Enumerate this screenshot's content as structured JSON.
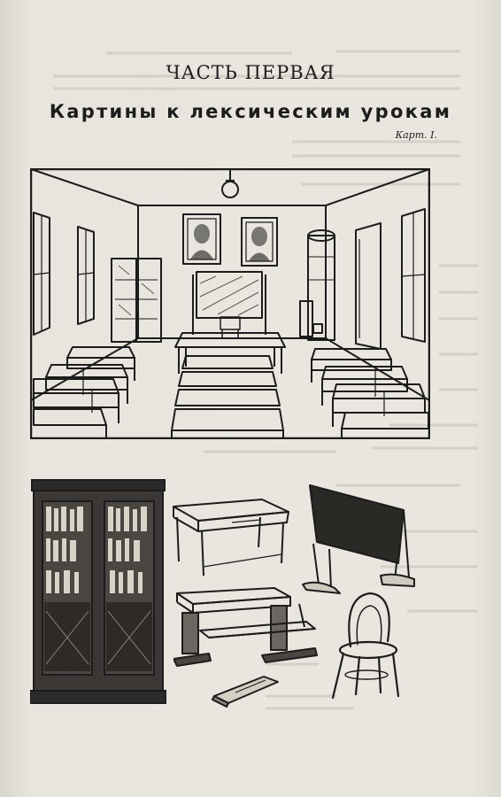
{
  "header": {
    "part_title": "ЧАСТЬ ПЕРВАЯ",
    "main_title": "Картины к лексическим урокам",
    "plate_label": "Карт. I."
  },
  "colors": {
    "paper": "#e9e6df",
    "ink": "#1c1c1c",
    "bleed_through": "#b9b6ae"
  }
}
